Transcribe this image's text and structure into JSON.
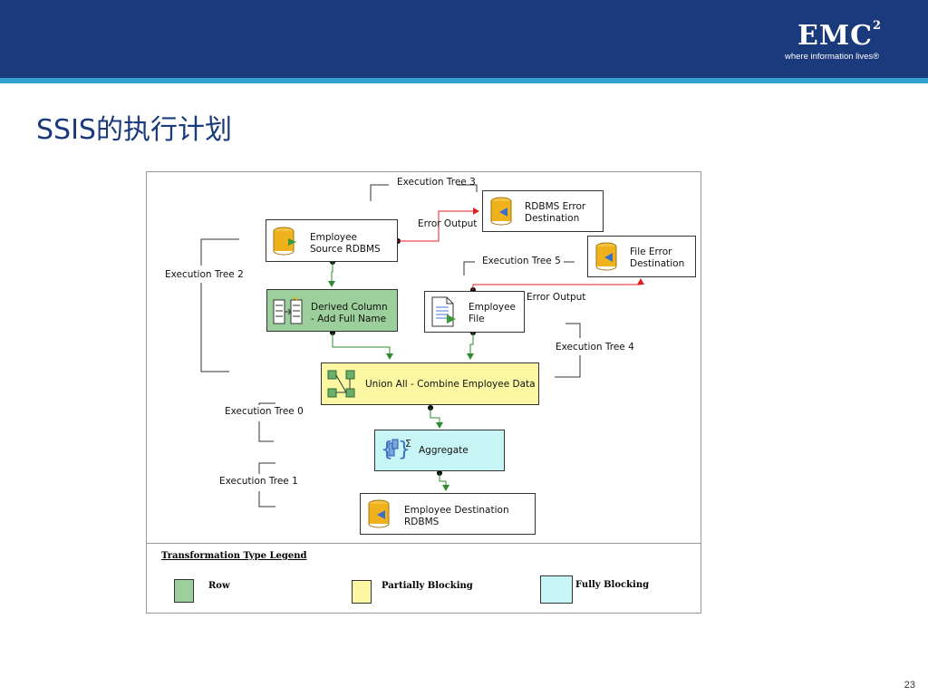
{
  "slide": {
    "title": "SSIS的执行计划",
    "page_number": "23",
    "colors": {
      "banner": "#1b3a7c",
      "banner_line": "#35a2d3",
      "title": "#1b3a7c"
    }
  },
  "logo": {
    "mark": "EMC",
    "superscript": "2",
    "tagline": "where information lives®"
  },
  "diagram": {
    "nodes": {
      "employee_source": {
        "label": "Employee\nSource RDBMS",
        "icon": "database-source-icon",
        "type": "source"
      },
      "rdbms_error": {
        "label": "RDBMS Error\nDestination",
        "icon": "database-destination-icon",
        "type": "destination"
      },
      "file_error": {
        "label": "File Error\nDestination",
        "icon": "database-destination-icon",
        "type": "destination"
      },
      "derived_column": {
        "label": "Derived Column\n- Add Full Name",
        "icon": "derived-column-icon",
        "type": "row"
      },
      "employee_file": {
        "label": "Employee\nFile",
        "icon": "flat-file-icon",
        "type": "source"
      },
      "union_all": {
        "label": "Union All - Combine Employee Data",
        "icon": "union-all-icon",
        "type": "partially-blocking"
      },
      "aggregate": {
        "label": "Aggregate",
        "icon": "aggregate-icon",
        "type": "fully-blocking"
      },
      "employee_destination": {
        "label": "Employee Destination\nRDBMS",
        "icon": "database-destination-icon",
        "type": "destination"
      }
    },
    "execution_trees": {
      "tree0": "Execution Tree 0",
      "tree1": "Execution Tree 1",
      "tree2": "Execution Tree 2",
      "tree3": "Execution Tree 3",
      "tree4": "Execution Tree 4",
      "tree5": "Execution Tree 5"
    },
    "error_outputs": {
      "rdbms": "Error Output",
      "file": "Error Output"
    },
    "colors": {
      "data_path": "#2e8b2e",
      "error_path": "#e02020",
      "row": "#9ccf9c",
      "partially_blocking": "#fbf7a3",
      "fully_blocking": "#c8f6f6"
    }
  },
  "legend": {
    "title": "Transformation Type Legend",
    "items": [
      {
        "label": "Row",
        "color": "#9ccf9c"
      },
      {
        "label": "Partially Blocking",
        "color": "#fbf7a3"
      },
      {
        "label": "Fully Blocking",
        "color": "#c8f6f6"
      }
    ]
  }
}
